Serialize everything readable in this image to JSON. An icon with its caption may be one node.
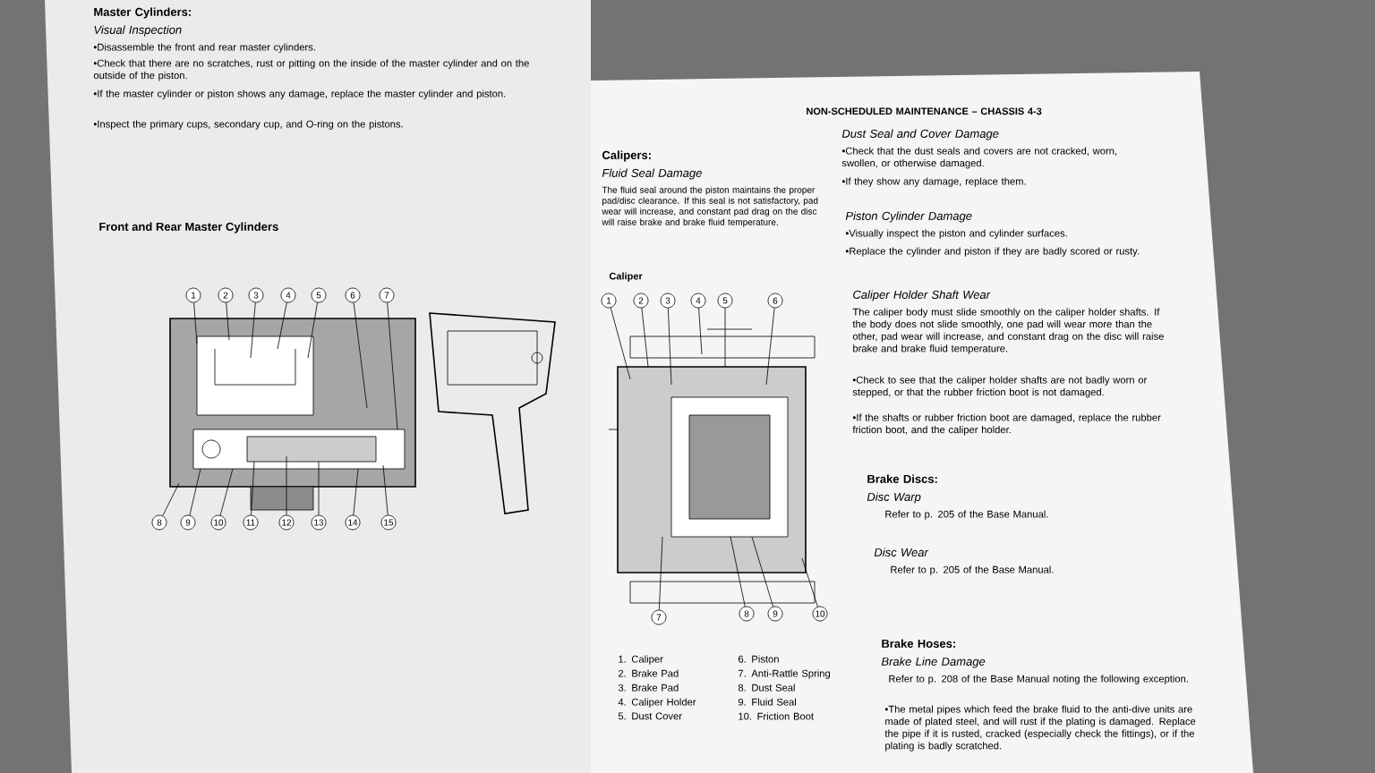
{
  "diagram": {
    "title": "Front and Rear Master Cylinders",
    "nodes": [
      {
        "text": [
          "1"
        ]
      },
      {
        "text": [
          "2"
        ]
      },
      {
        "text": [
          "3"
        ]
      },
      {
        "text": [
          "4"
        ]
      },
      {
        "text": [
          "5"
        ]
      },
      {
        "text": [
          "6"
        ]
      },
      {
        "text": [
          "7"
        ]
      },
      {
        "text": [
          "8"
        ]
      },
      {
        "text": [
          "9"
        ]
      },
      {
        "text": [
          "10"
        ]
      },
      {
        "text": [
          "11"
        ]
      },
      {
        "text": [
          "12"
        ]
      },
      {
        "text": [
          "13"
        ]
      },
      {
        "text": [
          "14"
        ]
      },
      {
        "text": [
          "15"
        ]
      },
      {
        "text": [
          "1"
        ]
      },
      {
        "text": [
          "2"
        ]
      },
      {
        "text": [
          "3"
        ]
      },
      {
        "text": [
          "4"
        ]
      },
      {
        "text": [
          "5"
        ]
      },
      {
        "text": [
          "6"
        ]
      },
      {
        "text": [
          "7"
        ]
      },
      {
        "text": [
          "8"
        ]
      },
      {
        "text": [
          "9"
        ]
      },
      {
        "text": [
          "10"
        ]
      }
    ],
    "edges": [
      {
        "from": 0,
        "to": null,
        "arrow": "none"
      },
      {
        "from": 1,
        "to": null,
        "arrow": "none"
      },
      {
        "from": 2,
        "to": null,
        "arrow": "none"
      },
      {
        "from": 3,
        "to": null,
        "arrow": "none"
      },
      {
        "from": 4,
        "to": null,
        "arrow": "none"
      },
      {
        "from": 5,
        "to": null,
        "arrow": "none"
      },
      {
        "from": 6,
        "to": null,
        "arrow": "none"
      },
      {
        "from": 7,
        "to": null,
        "arrow": "none"
      },
      {
        "from": 8,
        "to": null,
        "arrow": "none"
      },
      {
        "from": 9,
        "to": null,
        "arrow": "none"
      },
      {
        "from": 10,
        "to": null,
        "arrow": "none"
      },
      {
        "from": 11,
        "to": null,
        "arrow": "none"
      },
      {
        "from": 12,
        "to": null,
        "arrow": "none"
      },
      {
        "from": 13,
        "to": null,
        "arrow": "none"
      },
      {
        "from": 14,
        "to": null,
        "arrow": "none"
      },
      {
        "from": 15,
        "to": null,
        "arrow": "none"
      },
      {
        "from": 16,
        "to": null,
        "arrow": "none"
      },
      {
        "from": 17,
        "to": null,
        "arrow": "none"
      },
      {
        "from": 18,
        "to": null,
        "arrow": "none"
      },
      {
        "from": 19,
        "to": null,
        "arrow": "none"
      },
      {
        "from": 20,
        "to": null,
        "arrow": "none"
      },
      {
        "from": 21,
        "to": null,
        "arrow": "none"
      },
      {
        "from": 22,
        "to": null,
        "arrow": "none"
      },
      {
        "from": 23,
        "to": null,
        "arrow": "none"
      },
      {
        "from": 24,
        "to": null,
        "arrow": "none"
      }
    ],
    "labels": [
      "Master Cylinders:",
      "Visual Inspection",
      "•Disassemble the front and rear master cylinders.",
      "•Check that there are no scratches, rust or pitting on the inside of the master cylinder and on the outside of the piston.",
      "•If the master cylinder or piston shows any damage, replace the master cylinder and piston.",
      "•Inspect the primary cups, secondary cup, and O-ring on the pistons.",
      "NON-SCHEDULED MAINTENANCE – CHASSIS 4-3",
      "Calipers:",
      "Fluid Seal Damage",
      "The fluid seal around the piston maintains the proper pad/disc clearance. If this seal is not satisfactory, pad wear will increase, and constant pad drag on the disc will raise brake and brake fluid temperature.",
      "Dust Seal and Cover Damage",
      "•Check that the dust seals and covers are not cracked, worn, swollen, or otherwise damaged.",
      "•If they show any damage, replace them.",
      "Piston Cylinder Damage",
      "•Visually inspect the piston and cylinder surfaces.",
      "•Replace the cylinder and piston if they are badly scored or rusty.",
      "Caliper Holder Shaft Wear",
      "The caliper body must slide smoothly on the caliper holder shafts. If the body does not slide smoothly, one pad will wear more than the other, pad wear will increase, and constant drag on the disc will raise brake and brake fluid temperature.",
      "•Check to see that the caliper holder shafts are not badly worn or stepped, or that the rubber friction boot is not damaged.",
      "•If the shafts or rubber friction boot are damaged, replace the rubber friction boot, and the caliper holder.",
      "Brake Discs:",
      "Disc Warp",
      "Refer to p. 205 of the Base Manual.",
      "Disc Wear",
      "Refer to p. 205 of the Base Manual.",
      "Brake Hoses:",
      "Brake Line Damage",
      "Refer to p. 208 of the Base Manual noting the following exception.",
      "•The metal pipes which feed the brake fluid to the anti-dive units are made of plated steel, and will rust if the plating is damaged. Replace the pipe if it is rusted, cracked (especially check the fittings), or if the plating is badly scratched.",
      "Caliper",
      "1. Caliper",
      "2. Brake Pad",
      "3. Brake Pad",
      "4. Caliper Holder",
      "5. Dust Cover",
      "6. Piston",
      "7. Anti-Rattle Spring",
      "8. Dust Seal",
      "9. Fluid Seal",
      "10. Friction Boot"
    ]
  }
}
